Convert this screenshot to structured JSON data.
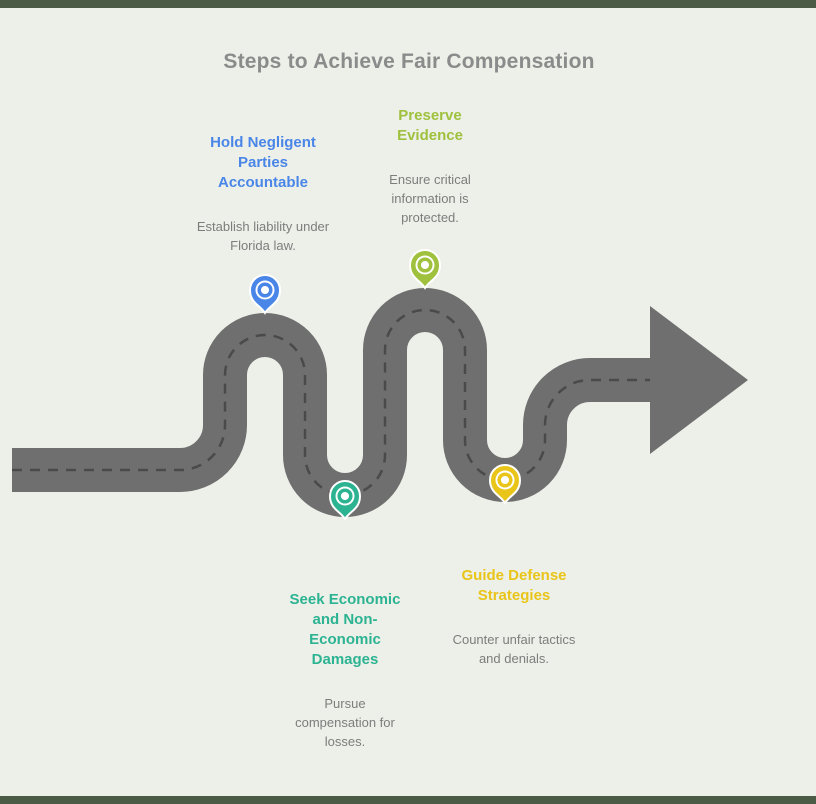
{
  "page": {
    "background": "#edf0e9",
    "edge_color": "#4c5b45",
    "muted_text": "#7d7d7d"
  },
  "title": {
    "text": "Steps to Achieve Fair Compensation",
    "color": "#8b8b8b"
  },
  "road": {
    "color": "#6f6f6f",
    "dash_color": "#4a4a4a"
  },
  "steps": [
    {
      "label": "Hold Negligent Parties Accountable",
      "description": "Establish liability under Florida law.",
      "color": "#4a86e8",
      "pin": "blue-map-pin"
    },
    {
      "label": "Preserve Evidence",
      "description": "Ensure critical information is protected.",
      "color": "#9fc13d",
      "pin": "lime-map-pin"
    },
    {
      "label": "Seek Economic and Non-Economic Damages",
      "description": "Pursue compensation for losses.",
      "color": "#2cb392",
      "pin": "teal-map-pin"
    },
    {
      "label": "Guide Defense Strategies",
      "description": "Counter unfair tactics and denials.",
      "color": "#e9c51a",
      "pin": "yellow-map-pin"
    }
  ]
}
